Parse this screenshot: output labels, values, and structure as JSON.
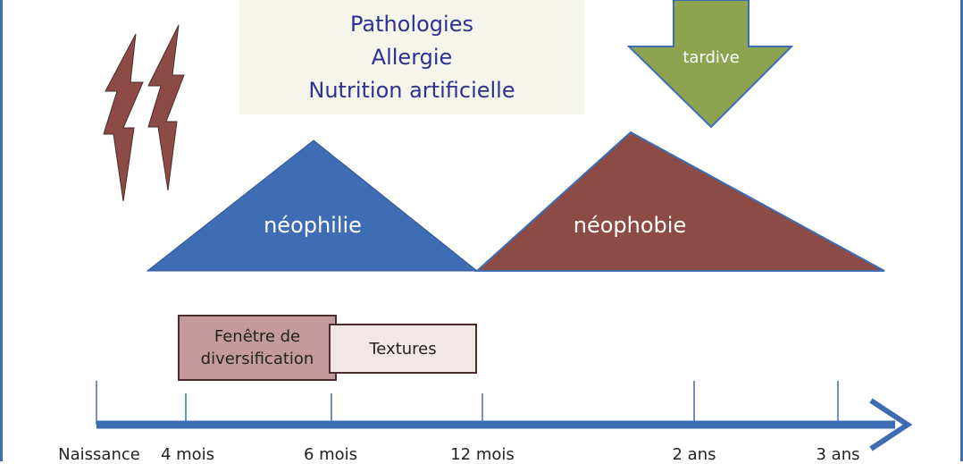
{
  "factors": {
    "lines": [
      "Pathologies",
      "Allergie",
      "Nutrition artificielle"
    ]
  },
  "arrow_down": {
    "label": "tardive"
  },
  "triangles": {
    "neophilie": {
      "label": "néophilie",
      "color": "#3f6db5"
    },
    "neophobie": {
      "label": "néophobie",
      "color": "#8c4b45"
    }
  },
  "boxes": {
    "fenetre": {
      "label_line1": "Fenêtre de",
      "label_line2": "diversification",
      "color": "#c49a9c"
    },
    "textures": {
      "label": "Textures",
      "color": "#f3e6e6"
    }
  },
  "timeline": {
    "color": "#3e6cb4",
    "ticks": [
      "Naissance",
      "4 mois",
      "6 mois",
      "12 mois",
      "2 ans",
      "3 ans"
    ]
  },
  "lightning": {
    "color": "#8c4b45",
    "icon": "lightning-bolt-icon"
  },
  "arrow_color": "#8ea34f"
}
